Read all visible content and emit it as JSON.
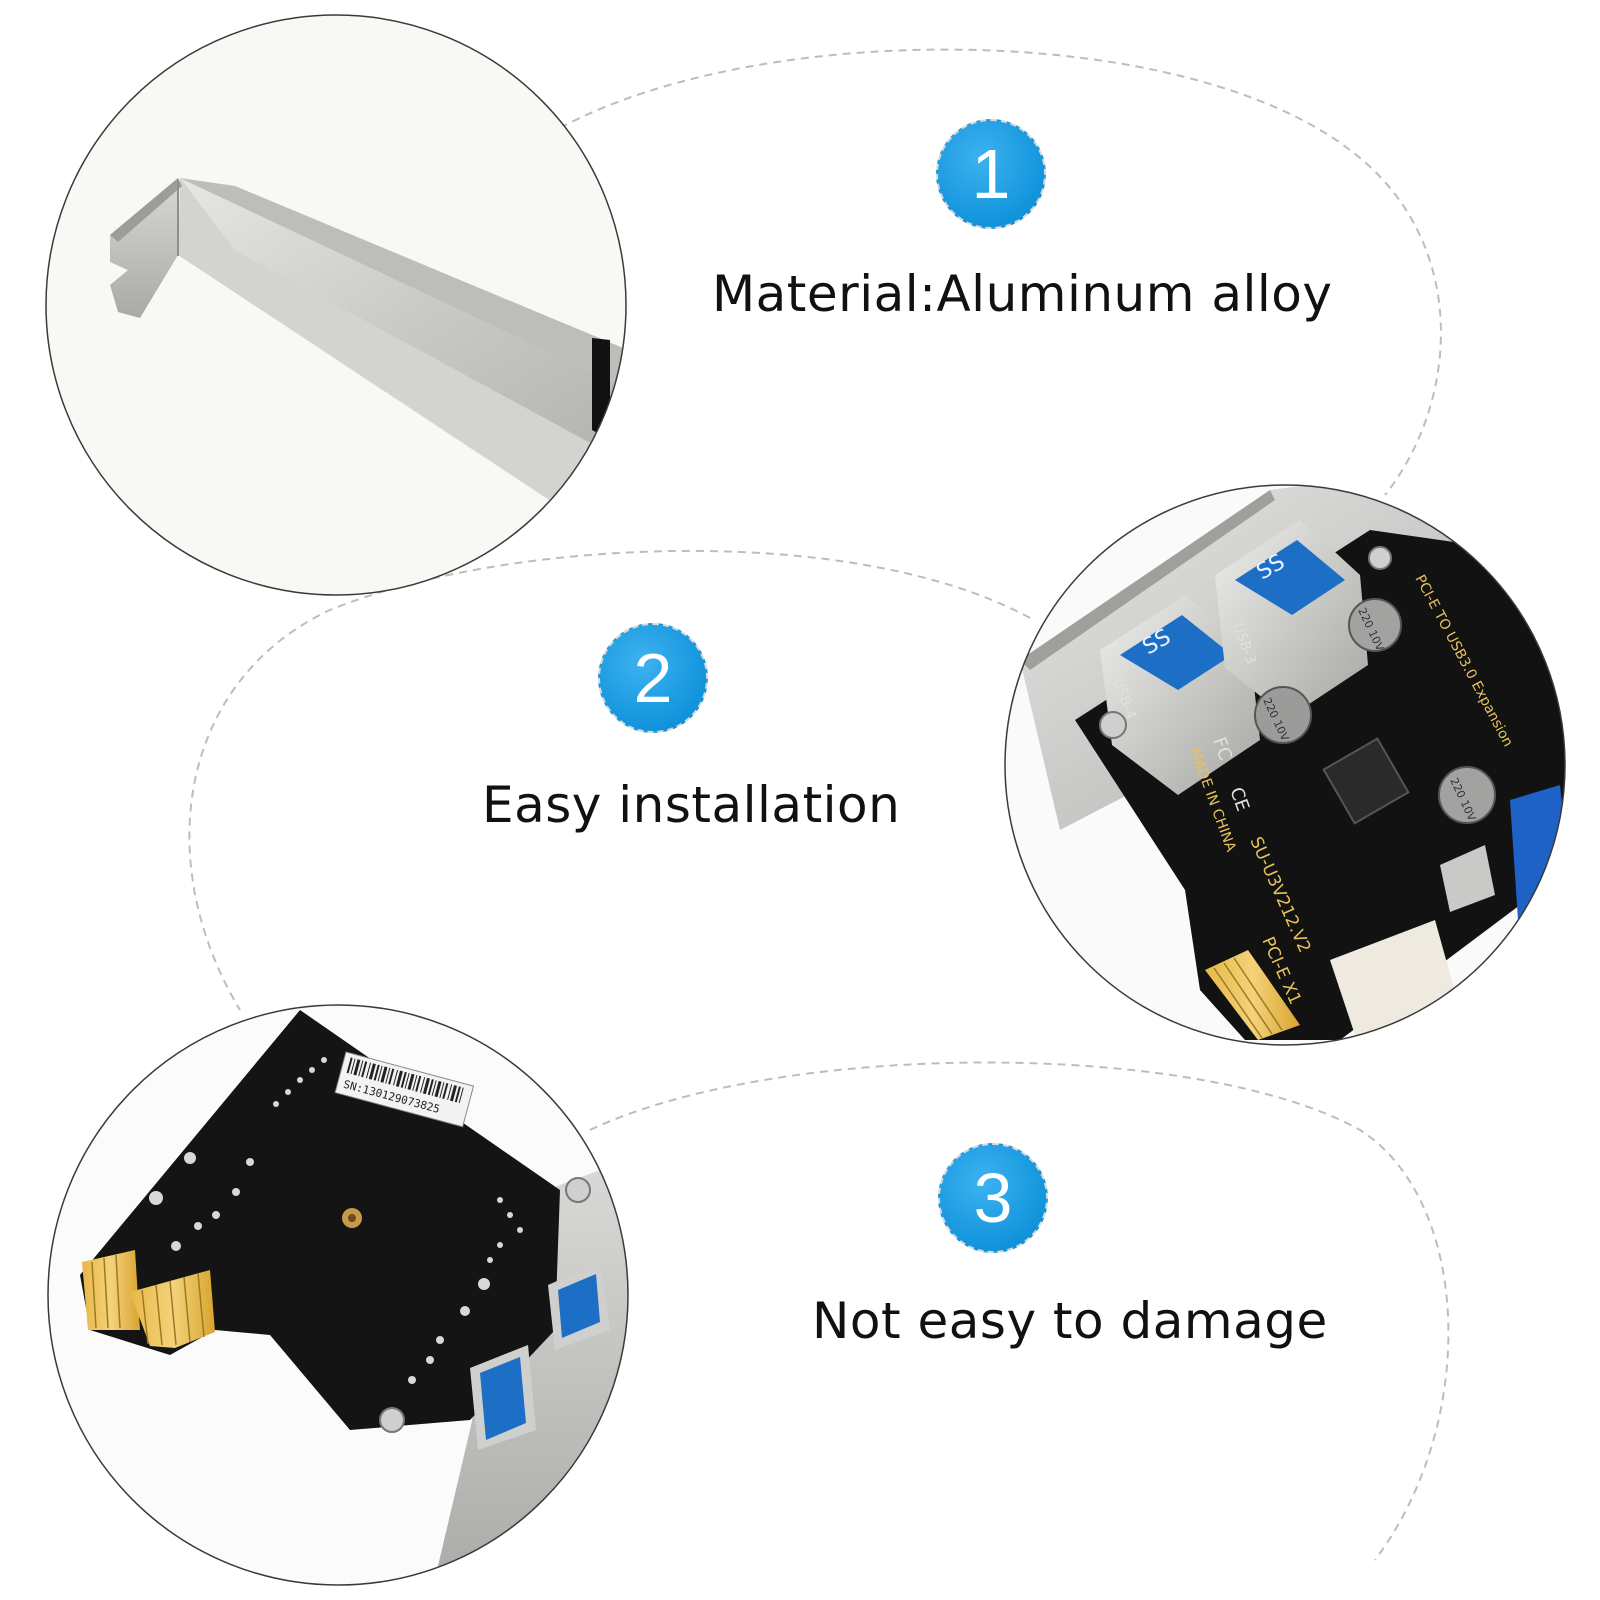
{
  "features": [
    {
      "number": "1",
      "text": "Material:Aluminum alloy"
    },
    {
      "number": "2",
      "text": "Easy installation"
    },
    {
      "number": "3",
      "text": "Not easy to damage"
    }
  ],
  "board_text": {
    "header": "PCI-E TO USB3.0 Expansion",
    "made_in": "MADE IN CHINA",
    "model": "SU-U3V212.V2",
    "slot": "PCI-E X1",
    "port_4": "USB-4",
    "port_3": "USB-3",
    "cap_1": "220 10V",
    "cap_2": "220 10V",
    "cap_3": "220 10V",
    "fcc": "FC",
    "ce": "CE"
  },
  "serial_label": "SN:130129073825",
  "colors": {
    "accent_blue": "#1294dc",
    "text": "#111111",
    "dashed_line": "#bdbdbd",
    "pcb": "#121212",
    "silkscreen": "#e8c25a"
  }
}
